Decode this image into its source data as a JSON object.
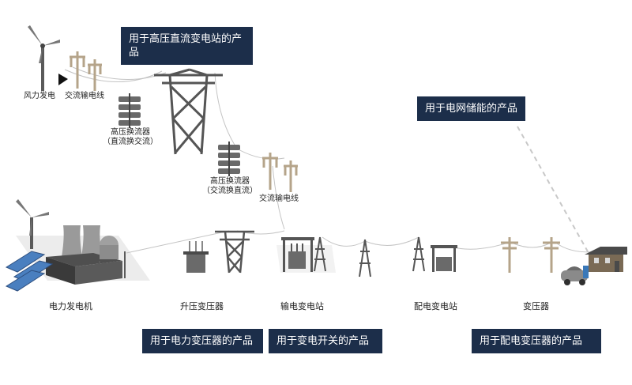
{
  "boxes": {
    "hvdc": "用于高压直流变电站的产品",
    "grid_storage": "用于电网储能的产品",
    "power_transformer": "用于电力变压器的产品",
    "substation_switch": "用于变电开关的产品",
    "distribution_transformer": "用于配电变压器的产品"
  },
  "labels": {
    "wind": "风力发电",
    "ac_line_top": "交流输电线",
    "converter1_title": "高压换流器",
    "converter1_sub": "（直流换交流）",
    "converter2_title": "高压换流器",
    "converter2_sub": "（交流换直流）",
    "ac_line_mid": "交流输电线",
    "power_plant": "电力发电机",
    "step_up": "升压变压器",
    "transmission_substation": "输电变电站",
    "distribution_substation": "配电变电站",
    "transformer": "变压器"
  },
  "colors": {
    "box_bg": "#1c2e4a",
    "icon_gray": "#5a5a5a",
    "pole_tan": "#b5a48a",
    "line": "#bdbdbd"
  }
}
